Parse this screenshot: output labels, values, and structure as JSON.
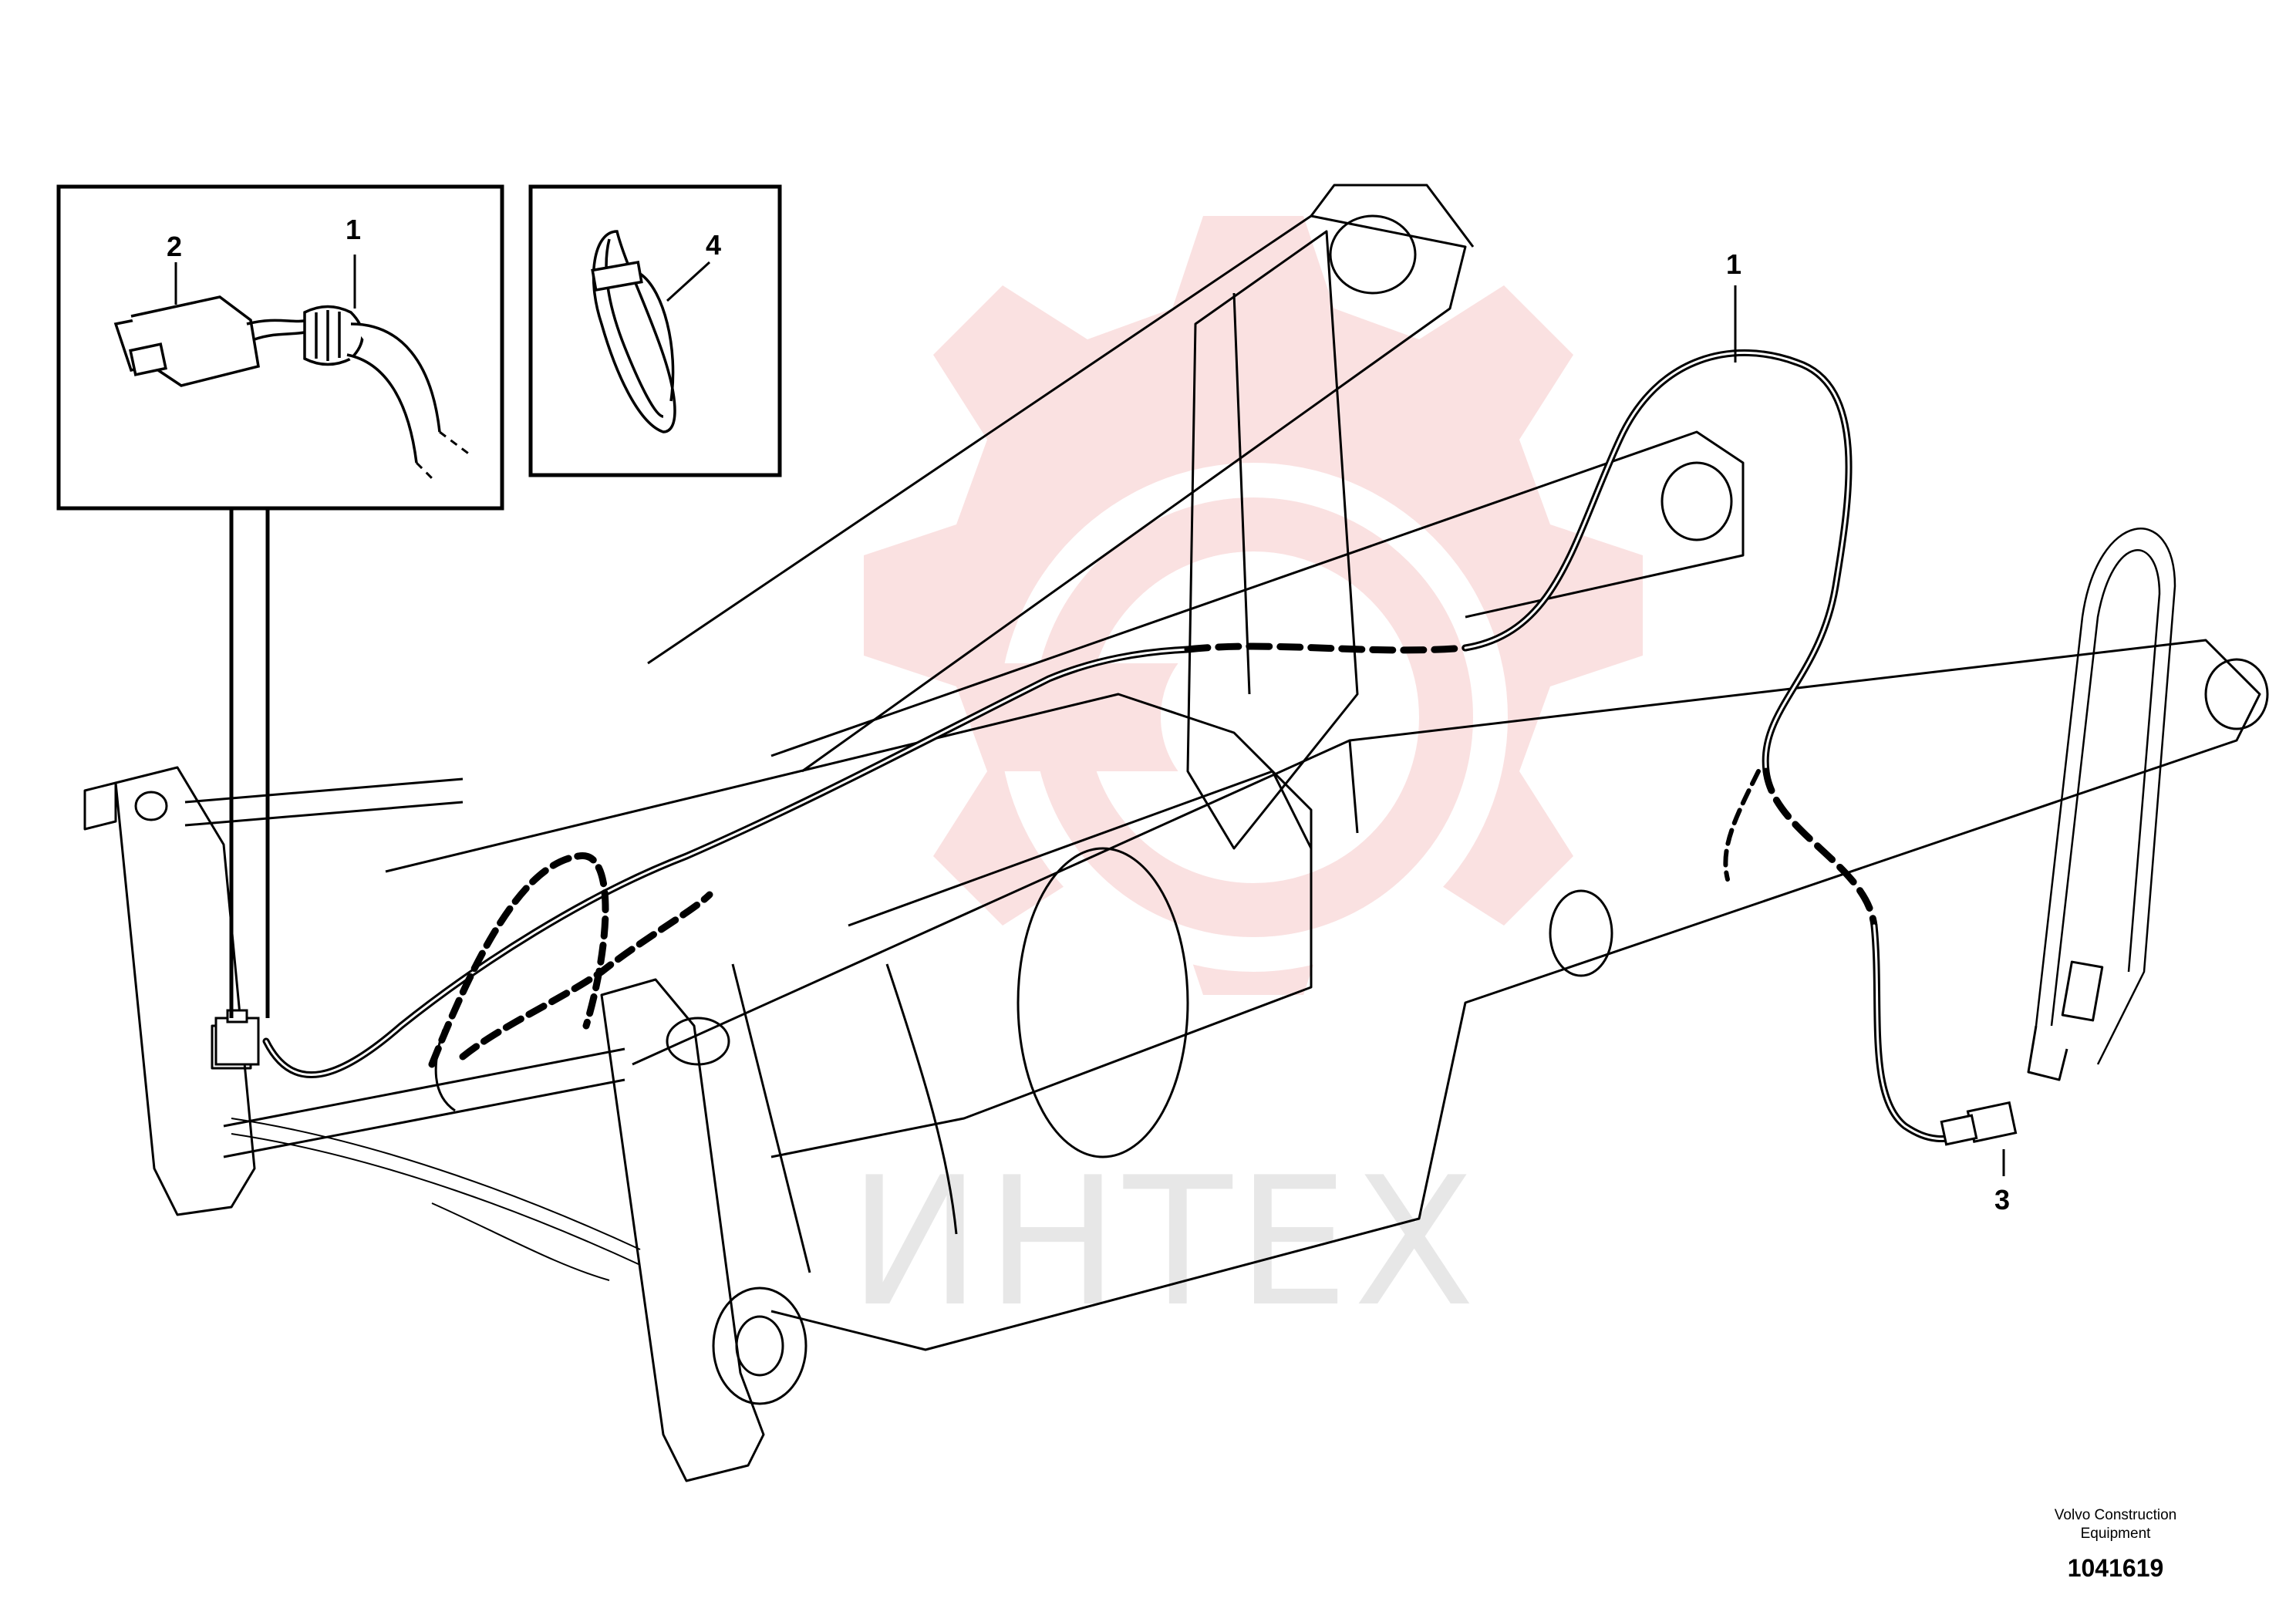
{
  "callouts": {
    "inset1_harness": "1",
    "inset1_connector": "2",
    "inset2_cable_tie": "4",
    "main_harness": "1",
    "main_connector": "3"
  },
  "watermark": {
    "text": "ИНТЕХ",
    "gear_color": "#f6c9c9",
    "text_color": "#e7e7e7"
  },
  "footer": {
    "brand_line1": "Volvo Construction",
    "brand_line2": "Equipment",
    "doc_id": "1041619"
  }
}
